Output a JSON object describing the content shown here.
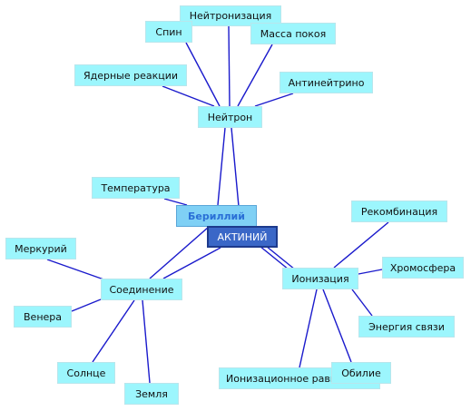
{
  "colors": {
    "edge": "#1a1acc",
    "node_fill": "#9cf6fd",
    "focus_fill": "#7fd0f5",
    "root_fill": "#3a67c7"
  },
  "nodes": {
    "neytronizatsiya": "Нейтронизация",
    "spin": "Спин",
    "massa_pokoya": "Масса покоя",
    "yadernye_reaktsii": "Ядерные реакции",
    "antineytrino": "Антинейтрино",
    "neytron": "Нейтрон",
    "temperatura": "Температура",
    "berilliy": "Бериллий",
    "aktiniy": "АКТИНИЙ",
    "rekombinatsiya": "Рекомбинация",
    "merkuriy": "Меркурий",
    "khromosfera": "Хромосфера",
    "ionizatsiya": "Ионизация",
    "soedinenie": "Соединение",
    "venera": "Венера",
    "energiya_svyazi": "Энергия связи",
    "solntse": "Солнце",
    "ionizatsionnoe_ravnovesie": "Ионизационное равновесие",
    "obilie": "Обилие",
    "zemlya": "Земля"
  }
}
